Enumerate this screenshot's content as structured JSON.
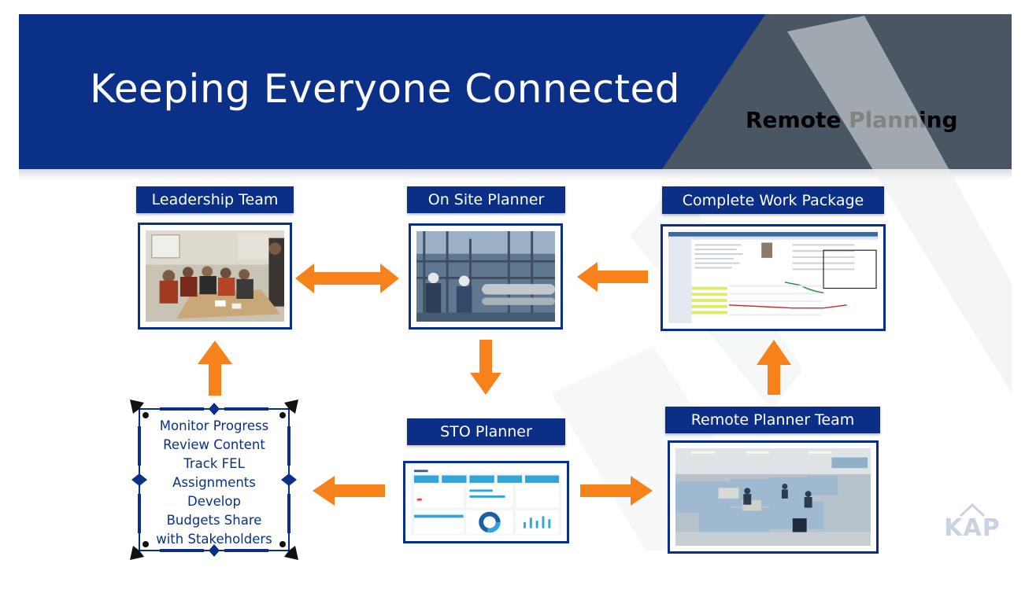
{
  "header": {
    "title": "Keeping Everyone Connected",
    "subtitle": "Remote Planning"
  },
  "nodes": {
    "leadership": {
      "label": "Leadership Team"
    },
    "onsite": {
      "label": "On Site Planner"
    },
    "work_package": {
      "label": "Complete Work Package"
    },
    "sto": {
      "label": "STO Planner"
    },
    "remote": {
      "label": "Remote Planner Team"
    }
  },
  "tasks": {
    "lines": [
      "Monitor Progress",
      "Review Content",
      "Track FEL",
      "Assignments",
      "Develop",
      "Budgets Share",
      "with Stakeholders"
    ]
  },
  "logo": {
    "text": "KAP"
  },
  "colors": {
    "banner_blue": "#0b3088",
    "banner_gray": "#4a5662",
    "label_navy": "#0b2f87",
    "arrow_orange": "#f7821b"
  }
}
